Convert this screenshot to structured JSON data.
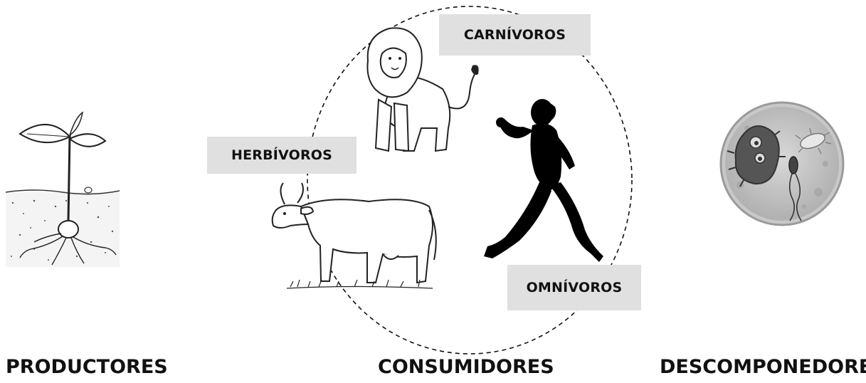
{
  "groups": {
    "producers": "PRODUCTORES",
    "consumers": "CONSUMIDORES",
    "decomposers": "DESCOMPONEDORES"
  },
  "consumer_types": {
    "carnivores": "CARNÍVOROS",
    "herbivores": "HERBÍVOROS",
    "omnivores": "OMNÍVOROS"
  }
}
